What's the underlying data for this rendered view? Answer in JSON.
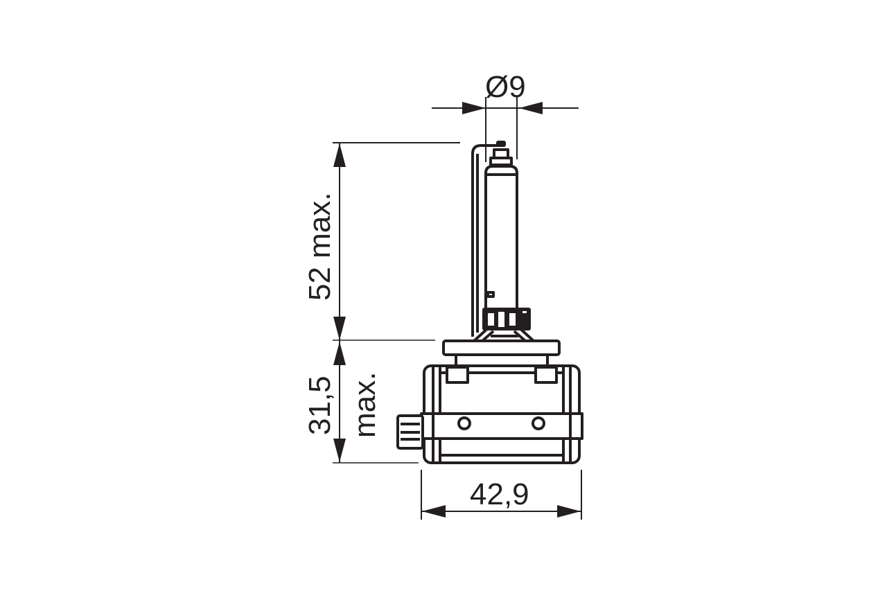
{
  "drawing": {
    "subject": "xenon-bulb-dimensional-drawing",
    "line_color": "#231f20",
    "background": "#ffffff"
  },
  "dimensions": {
    "diameter": {
      "label": "Ø9",
      "value": 9,
      "unit": "mm"
    },
    "bulb_height": {
      "label": "52 max.",
      "value": 52,
      "qualifier": "max.",
      "unit": "mm"
    },
    "base_height": {
      "label_value": "31,5",
      "label_qualifier": "max.",
      "value": 31.5,
      "unit": "mm"
    },
    "base_width": {
      "label": "42,9",
      "value": 42.9,
      "unit": "mm"
    }
  }
}
